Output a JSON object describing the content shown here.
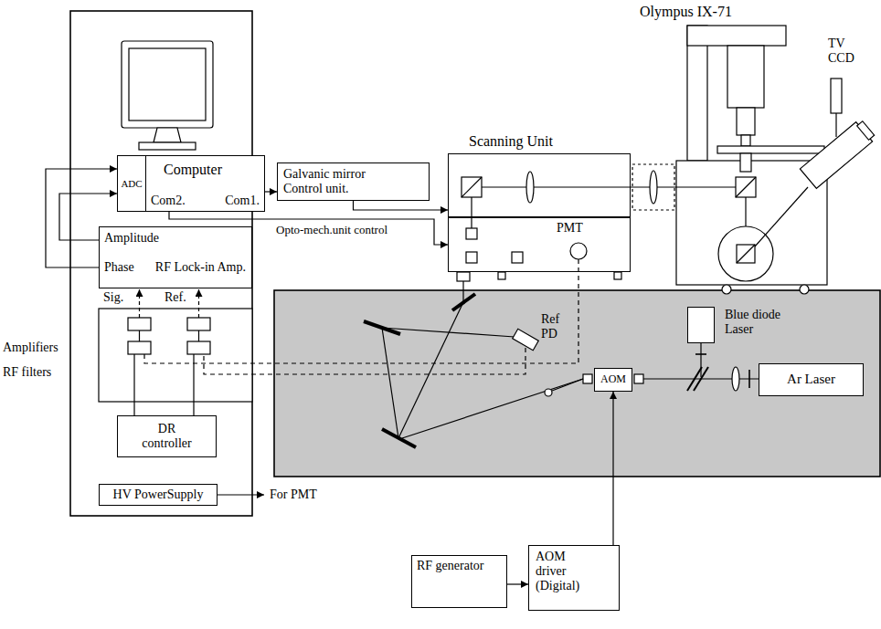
{
  "diagram": {
    "nodes": [
      {
        "text": [
          "Computer",
          "Com2.",
          "Com1."
        ]
      },
      {
        "text": [
          "ADC"
        ],
        "in": 0
      },
      {
        "text": [
          "Galvanic mirror Control unit."
        ]
      },
      {
        "text": [
          "Amplitude",
          "Phase",
          "RF Lock-in Amp."
        ]
      },
      {
        "text": [
          "DR controller"
        ]
      },
      {
        "text": [
          "HV PowerSupply"
        ]
      },
      {
        "text": [
          "Scanning Unit"
        ]
      },
      {
        "text": [
          "PMT"
        ]
      },
      {
        "text": [
          "Blue diode Laser"
        ]
      },
      {
        "text": [
          "AOM"
        ]
      },
      {
        "text": [
          "Ar Laser"
        ]
      },
      {
        "text": [
          "RF generator"
        ]
      },
      {
        "text": [
          "AOM driver (Digital)"
        ]
      }
    ],
    "edges": [
      {
        "from": 0,
        "to": 2,
        "arrow": "to"
      },
      {
        "from": 2,
        "to": 6,
        "arrow": "to"
      },
      {
        "from": 0,
        "to": 7,
        "arrow": "to",
        "label": "Opto-mech.unit control"
      },
      {
        "from": 3,
        "to": 1,
        "arrow": "to"
      },
      {
        "from": 3,
        "to": 1,
        "arrow": "to"
      },
      {
        "from": 11,
        "to": 12,
        "arrow": "to"
      },
      {
        "from": 12,
        "to": 9,
        "arrow": "to"
      }
    ],
    "labels": [
      "Olympus IX-71",
      "TV CCD",
      "Sig.",
      "Ref.",
      "Amplifiers",
      "RF filters",
      "For PMT",
      "Ref PD"
    ]
  }
}
